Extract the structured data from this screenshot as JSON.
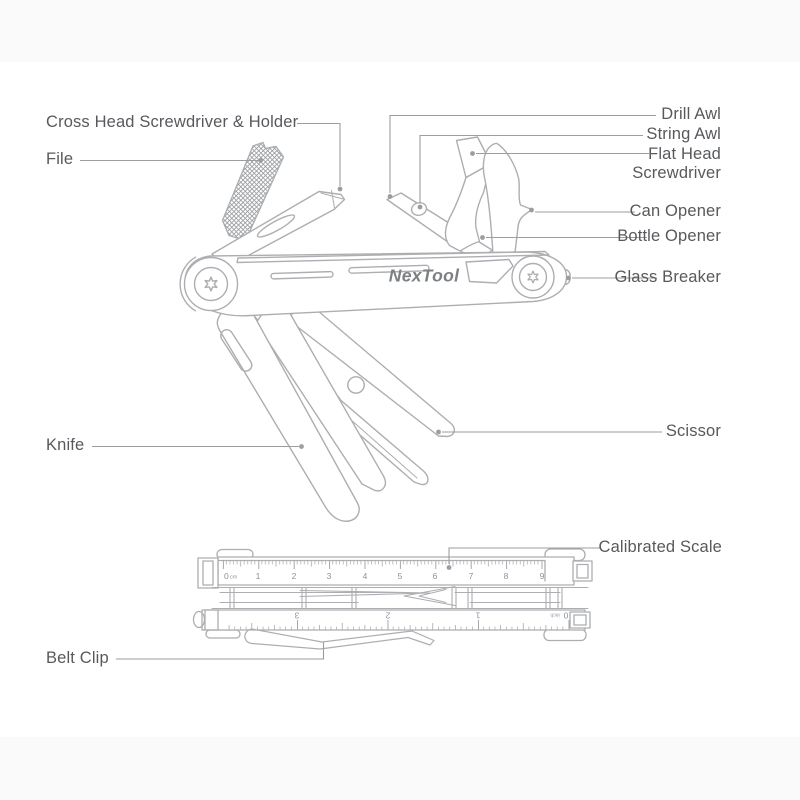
{
  "brand": {
    "logo_text": "NexTool"
  },
  "callouts": {
    "cross_head_screwdriver_holder": "Cross Head Screwdriver & Holder",
    "file": "File",
    "drill_awl": "Drill Awl",
    "string_awl": "String Awl",
    "flat_head_screwdriver": "Flat Head Screwdriver",
    "can_opener": "Can Opener",
    "bottle_opener": "Bottle Opener",
    "glass_breaker": "Glass Breaker",
    "scissor": "Scissor",
    "knife": "Knife",
    "calibrated_scale": "Calibrated Scale",
    "belt_clip": "Belt Clip"
  },
  "folded_view": {
    "cm_scale": {
      "zero": "0",
      "unit": "cm",
      "labels": [
        "1",
        "2",
        "3",
        "4",
        "5",
        "6",
        "7",
        "8",
        "9"
      ]
    },
    "inch_scale": {
      "zero": "0",
      "unit": "inch",
      "labels": [
        "1",
        "2",
        "3"
      ]
    }
  },
  "colors": {
    "background": "#ffffff",
    "page_band": "#fafafa",
    "artwork_line": "#acaeb1",
    "leader_line": "#9b9ea1",
    "label_text": "#57595c",
    "logo_gray": "#7d8083",
    "ruler_text": "#8f9295"
  }
}
